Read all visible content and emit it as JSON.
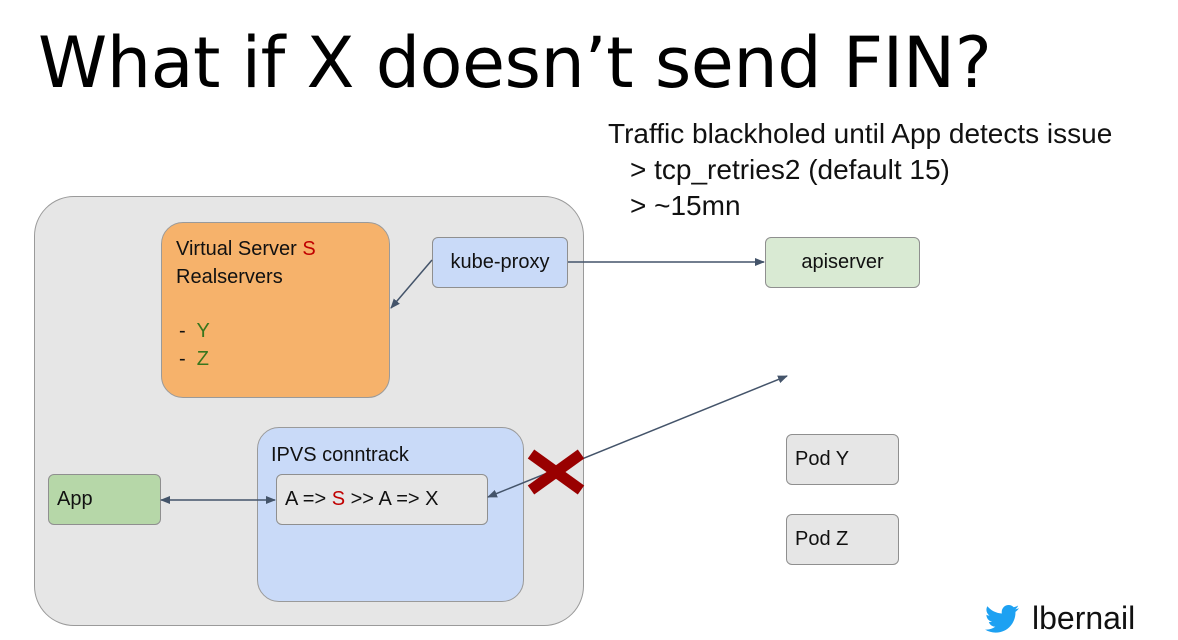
{
  "title": "What if X doesn’t send FIN?",
  "notes": {
    "line1": "Traffic blackholed until App detects issue",
    "line2": "> tcp_retries2 (default 15)",
    "line3": "> ~15mn"
  },
  "virtual_server": {
    "label": "Virtual Server",
    "s_label": "S",
    "realservers_label": "Realservers",
    "dash": "-",
    "realserver_1": "Y",
    "realserver_2": "Z"
  },
  "kube_proxy": {
    "label": "kube-proxy"
  },
  "apiserver": {
    "label": "apiserver"
  },
  "ipvs": {
    "title": "IPVS conntrack",
    "entry_prefix": "A =>",
    "entry_s": "S",
    "entry_suffix": ">> A => X"
  },
  "app": {
    "label": "App"
  },
  "pods": {
    "pod_y": "Pod Y",
    "pod_z": "Pod Z"
  },
  "footer": {
    "handle": "lbernail",
    "icon": "twitter-bird-icon"
  },
  "colors": {
    "host_bg": "#e6e6e6",
    "virtual_server_bg": "#f6b26b",
    "ipvs_bg": "#c9daf8",
    "app_bg": "#b6d7a8",
    "apiserver_bg": "#d9ead3",
    "pod_bg": "#e6e6e6",
    "arrow": "#44546a",
    "cross": "#990000",
    "accent_red": "#c00000",
    "accent_green": "#38761d",
    "twitter_blue": "#1da1f2"
  }
}
